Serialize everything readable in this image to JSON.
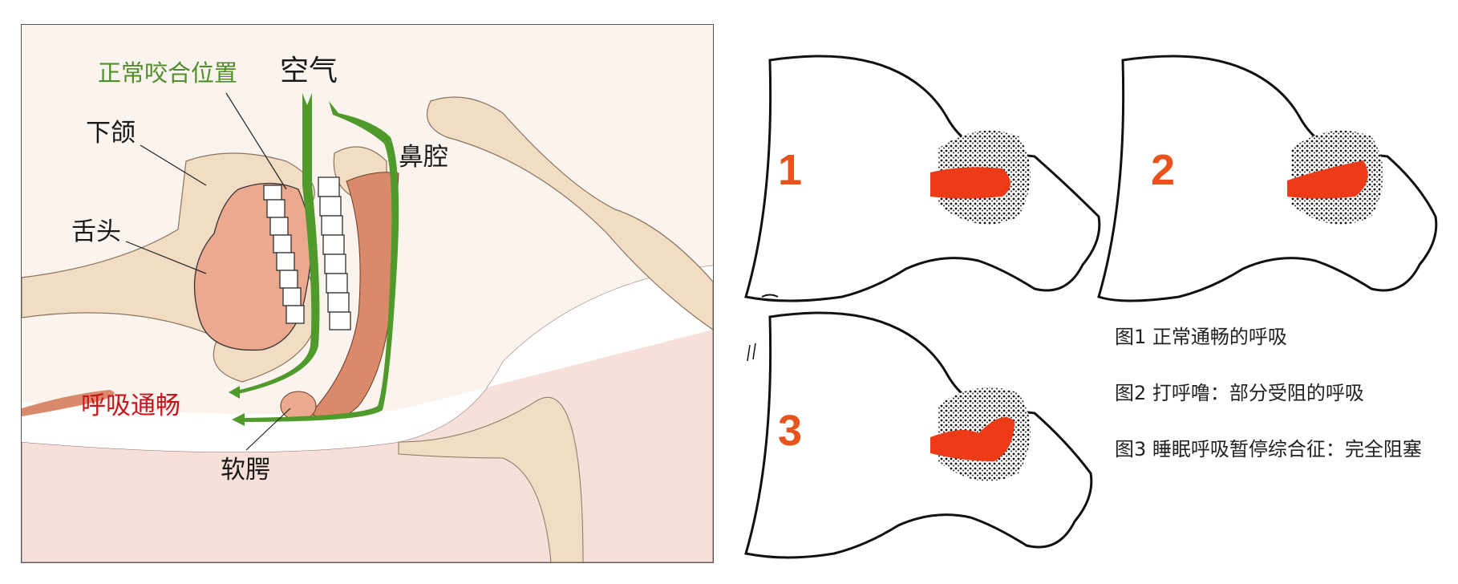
{
  "left_diagram": {
    "labels": {
      "bite": "正常咬合位置",
      "air": "空气",
      "jaw": "下颌",
      "nasal": "鼻腔",
      "tongue": "舌头",
      "airway": "呼吸通畅",
      "palate": "软腭"
    },
    "colors": {
      "background": "#fbf3ee",
      "bone": "#f2dcc3",
      "tongue": "#eba98f",
      "palate": "#d98a6a",
      "airflow": "#4f9a2a",
      "airway_label": "#c4161c",
      "bite_label": "#4f8f2a",
      "lower_tissue": "#f6e0d9"
    }
  },
  "right_diagram": {
    "panels": [
      {
        "number": "1"
      },
      {
        "number": "2"
      },
      {
        "number": "3"
      }
    ],
    "captions": [
      "图1 正常通畅的呼吸",
      "图2 打呼噜：部分受阻的呼吸",
      "图3 睡眠呼吸暂停综合征：完全阻塞"
    ],
    "colors": {
      "number": "#e8521c",
      "airway_fill": "#ec3b16",
      "outline": "#111111"
    }
  }
}
